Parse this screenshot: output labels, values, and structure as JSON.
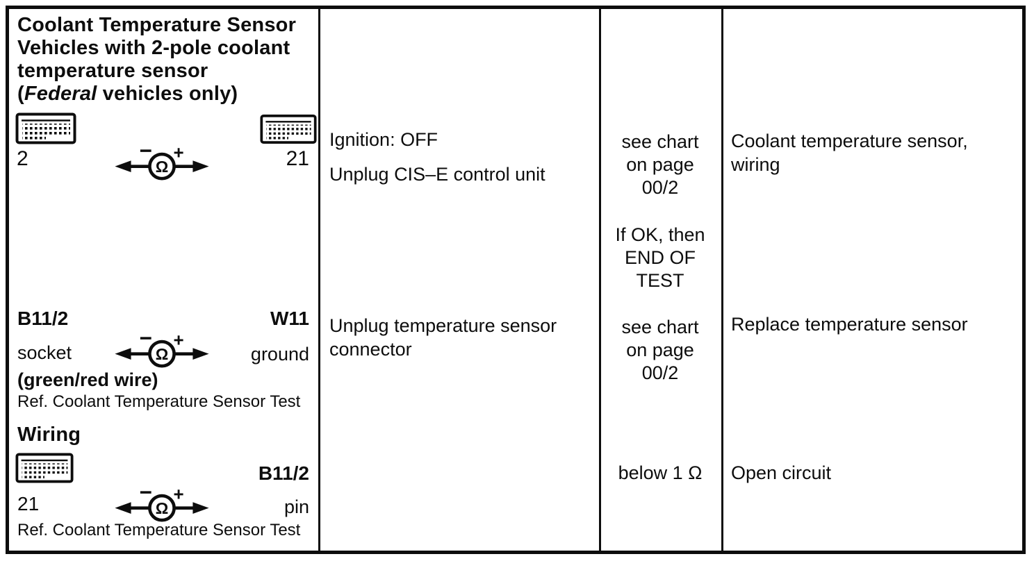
{
  "row1": {
    "title1": "Coolant Temperature Sensor",
    "title2": "Vehicles with 2-pole coolant",
    "title3": "temperature sensor",
    "title4_pre": "(",
    "title4_em": "Federal",
    "title4_post": " vehicles only)",
    "terminal_left": "2",
    "terminal_right": "21",
    "step1": "Ignition: OFF",
    "step2": "Unplug CIS–E control unit",
    "nominal1": "see chart",
    "nominal2": "on page",
    "nominal3": "00/2",
    "ok1": "If OK, then",
    "ok2": "END OF",
    "ok3": "TEST",
    "cause1": "Coolant temperature sensor,",
    "cause2": "wiring"
  },
  "row2": {
    "device": "B11/2",
    "counterpart": "W11",
    "terminal_left": "socket",
    "terminal_right": "ground",
    "wire_note": "(green/red wire)",
    "ref_note": "Ref. Coolant Temperature Sensor Test",
    "step1": "Unplug temperature sensor",
    "step2": "connector",
    "nominal1": "see chart",
    "nominal2": "on page",
    "nominal3": "00/2",
    "cause": "Replace temperature sensor"
  },
  "row3": {
    "heading": "Wiring",
    "device": "B11/2",
    "terminal_left": "21",
    "terminal_right": "pin",
    "ref_note": "Ref. Coolant Temperature Sensor Test",
    "nominal": "below 1 Ω",
    "cause": "Open circuit"
  },
  "icons": {
    "ohm": "Ω",
    "minus": "−",
    "plus": "+",
    "ohmmeter": "ohmmeter-probe-icon",
    "connector": "multi-pin-connector-icon"
  },
  "colors": {
    "ink": "#0d0d0d",
    "paper": "#ffffff"
  }
}
